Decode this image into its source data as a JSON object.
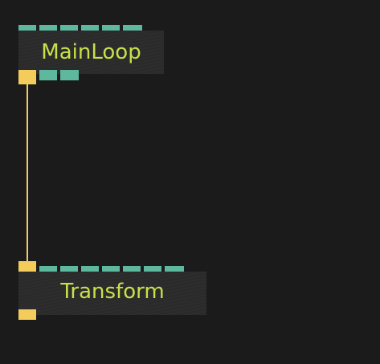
{
  "patch": {
    "nodes": [
      {
        "id": "mainloop",
        "title": "MainLoop",
        "input_pins": 6,
        "output_pins": 3
      },
      {
        "id": "transform",
        "title": "Transform",
        "input_pins": 8,
        "output_pins": 1
      }
    ],
    "links": [
      {
        "from": "MainLoop",
        "to": "Transform"
      }
    ]
  },
  "colors": {
    "background": "#1b1b1b",
    "node_body": "#2b2b2b",
    "title_text": "#c8e04a",
    "pin_value": "#5eb89e",
    "pin_highlight": "#f4cc5c",
    "link": "#f4cc5c"
  }
}
